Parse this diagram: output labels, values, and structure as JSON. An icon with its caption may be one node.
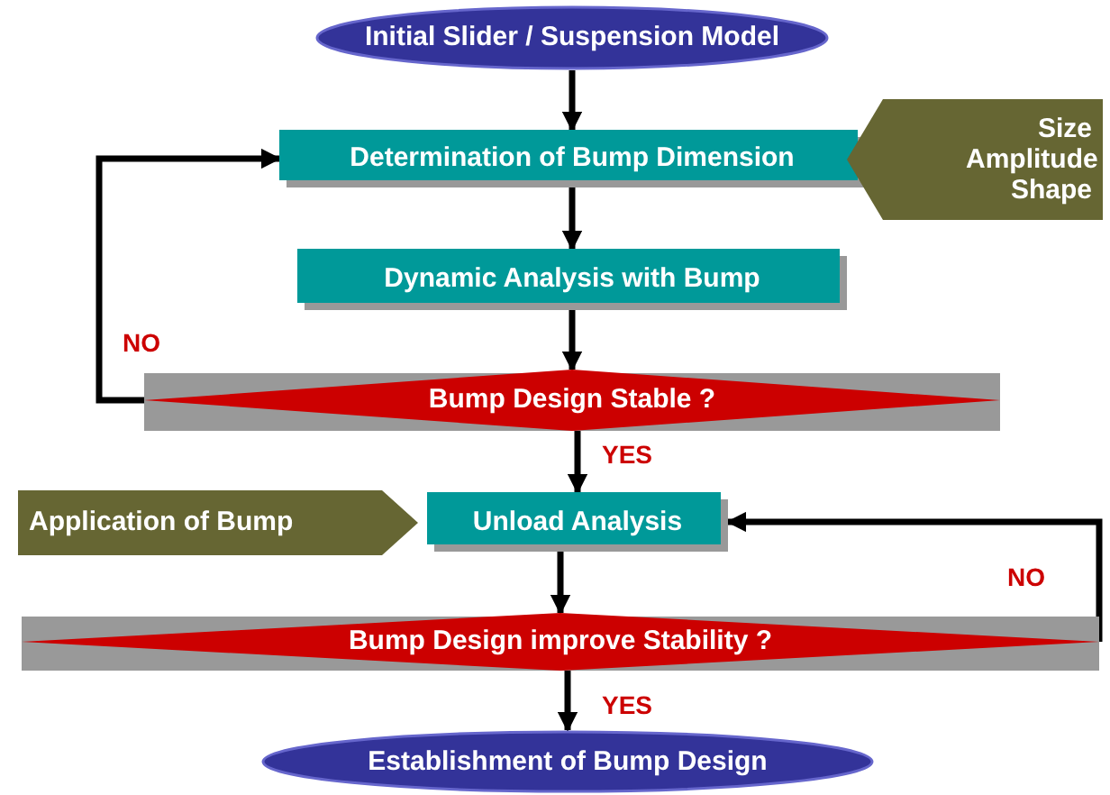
{
  "diagram": {
    "nodes": [
      {
        "text": [
          "Initial Slider / Suspension Model"
        ]
      },
      {
        "text": [
          "Determination of Bump Dimension"
        ]
      },
      {
        "text": [
          "Size Amplitude Shape"
        ]
      },
      {
        "text": [
          "Dynamic Analysis with Bump"
        ]
      },
      {
        "text": [
          "Bump Design Stable ?"
        ]
      },
      {
        "text": [
          "Application of Bump"
        ]
      },
      {
        "text": [
          "Unload Analysis"
        ]
      },
      {
        "text": [
          "Bump Design improve Stability ?"
        ]
      },
      {
        "text": [
          "Establishment of Bump Design"
        ]
      }
    ],
    "edges": [
      {
        "from": 0,
        "to": 1,
        "arrow": "to"
      },
      {
        "from": 1,
        "to": 3,
        "arrow": "to"
      },
      {
        "from": 3,
        "to": 4,
        "arrow": "to"
      },
      {
        "from": 4,
        "to": 1,
        "arrow": "to",
        "label": "NO"
      },
      {
        "from": 4,
        "to": 6,
        "arrow": "to",
        "label": "YES"
      },
      {
        "from": 6,
        "to": 7,
        "arrow": "to"
      },
      {
        "from": 7,
        "to": 6,
        "arrow": "to",
        "label": "NO"
      },
      {
        "from": 7,
        "to": 8,
        "arrow": "to",
        "label": "YES"
      }
    ]
  }
}
